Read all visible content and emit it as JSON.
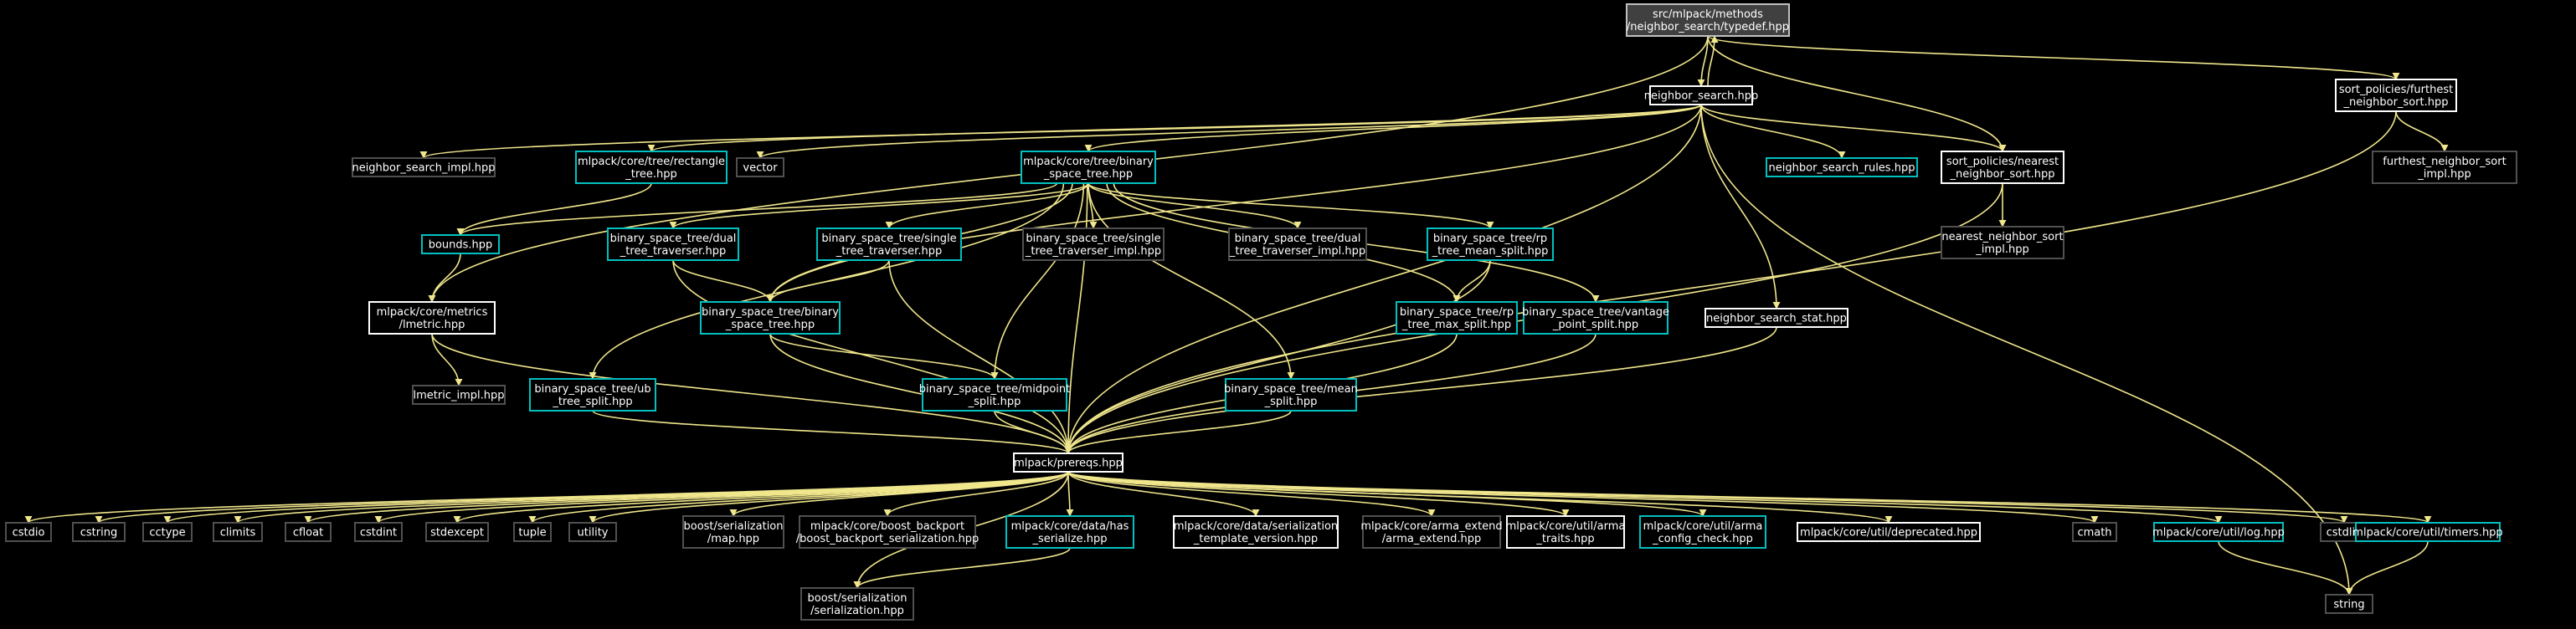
{
  "diagram": {
    "title": "",
    "colors": {
      "background": "#000000",
      "edge": "#f0e68c",
      "root_fill": "#404040",
      "root_border": "#c0c0c0",
      "documented_border": "#ffffff",
      "linked_border": "#00c0c0",
      "undocumented_border": "#505050",
      "text": "#ffffff"
    },
    "nodes": {
      "typedef": {
        "style": "root",
        "lines": [
          "src/mlpack/methods",
          "/neighbor_search/typedef.hpp"
        ]
      },
      "ns": {
        "style": "doc",
        "lines": [
          "neighbor_search.hpp"
        ]
      },
      "furthest": {
        "style": "doc",
        "lines": [
          "sort_policies/furthest",
          "_neighbor_sort.hpp"
        ]
      },
      "furthest_impl": {
        "style": "plain",
        "lines": [
          "furthest_neighbor_sort",
          "_impl.hpp"
        ]
      },
      "ns_impl": {
        "style": "plain",
        "lines": [
          "neighbor_search_impl.hpp"
        ]
      },
      "rect": {
        "style": "link",
        "lines": [
          "mlpack/core/tree/rectangle",
          "_tree.hpp"
        ]
      },
      "vector": {
        "style": "plain",
        "lines": [
          "vector"
        ]
      },
      "bst_hpp": {
        "style": "link",
        "lines": [
          "mlpack/core/tree/binary",
          "_space_tree.hpp"
        ]
      },
      "ns_rules": {
        "style": "link",
        "lines": [
          "neighbor_search_rules.hpp"
        ]
      },
      "nearest": {
        "style": "doc",
        "lines": [
          "sort_policies/nearest",
          "_neighbor_sort.hpp"
        ]
      },
      "nearest_impl": {
        "style": "plain",
        "lines": [
          "nearest_neighbor_sort",
          "_impl.hpp"
        ]
      },
      "bounds": {
        "style": "link",
        "lines": [
          "bounds.hpp"
        ]
      },
      "dual_trav": {
        "style": "link",
        "lines": [
          "binary_space_tree/dual",
          "_tree_traverser.hpp"
        ]
      },
      "single_trav": {
        "style": "link",
        "lines": [
          "binary_space_tree/single",
          "_tree_traverser.hpp"
        ]
      },
      "single_trav_impl": {
        "style": "plain",
        "lines": [
          "binary_space_tree/single",
          "_tree_traverser_impl.hpp"
        ]
      },
      "dual_trav_impl": {
        "style": "plain",
        "lines": [
          "binary_space_tree/dual",
          "_tree_traverser_impl.hpp"
        ]
      },
      "rp_mean": {
        "style": "link",
        "lines": [
          "binary_space_tree/rp",
          "_tree_mean_split.hpp"
        ]
      },
      "lmetric": {
        "style": "doc",
        "lines": [
          "mlpack/core/metrics",
          "/lmetric.hpp"
        ]
      },
      "bst": {
        "style": "link",
        "lines": [
          "binary_space_tree/binary",
          "_space_tree.hpp"
        ]
      },
      "rp_max": {
        "style": "link",
        "lines": [
          "binary_space_tree/rp",
          "_tree_max_split.hpp"
        ]
      },
      "vantage": {
        "style": "link",
        "lines": [
          "binary_space_tree/vantage",
          "_point_split.hpp"
        ]
      },
      "ns_stat": {
        "style": "doc",
        "lines": [
          "neighbor_search_stat.hpp"
        ]
      },
      "lmetric_impl": {
        "style": "plain",
        "lines": [
          "lmetric_impl.hpp"
        ]
      },
      "ub": {
        "style": "link",
        "lines": [
          "binary_space_tree/ub",
          "_tree_split.hpp"
        ]
      },
      "midpoint": {
        "style": "link",
        "lines": [
          "binary_space_tree/midpoint",
          "_split.hpp"
        ]
      },
      "mean": {
        "style": "link",
        "lines": [
          "binary_space_tree/mean",
          "_split.hpp"
        ]
      },
      "prereqs": {
        "style": "doc",
        "lines": [
          "mlpack/prereqs.hpp"
        ]
      },
      "cstdio": {
        "style": "plain",
        "lines": [
          "cstdio"
        ]
      },
      "cstring": {
        "style": "plain",
        "lines": [
          "cstring"
        ]
      },
      "cctype": {
        "style": "plain",
        "lines": [
          "cctype"
        ]
      },
      "climits": {
        "style": "plain",
        "lines": [
          "climits"
        ]
      },
      "cfloat": {
        "style": "plain",
        "lines": [
          "cfloat"
        ]
      },
      "cstdint": {
        "style": "plain",
        "lines": [
          "cstdint"
        ]
      },
      "stdexcept": {
        "style": "plain",
        "lines": [
          "stdexcept"
        ]
      },
      "tuple": {
        "style": "plain",
        "lines": [
          "tuple"
        ]
      },
      "utility": {
        "style": "plain",
        "lines": [
          "utility"
        ]
      },
      "boost_map": {
        "style": "plain",
        "lines": [
          "boost/serialization",
          "/map.hpp"
        ]
      },
      "backport": {
        "style": "plain",
        "lines": [
          "mlpack/core/boost_backport",
          "/boost_backport_serialization.hpp"
        ]
      },
      "has_serialize": {
        "style": "link",
        "lines": [
          "mlpack/core/data/has",
          "_serialize.hpp"
        ]
      },
      "template_version": {
        "style": "doc",
        "lines": [
          "mlpack/core/data/serialization",
          "_template_version.hpp"
        ]
      },
      "arma_extend": {
        "style": "plain",
        "lines": [
          "mlpack/core/arma_extend",
          "/arma_extend.hpp"
        ]
      },
      "arma_traits": {
        "style": "doc",
        "lines": [
          "mlpack/core/util/arma",
          "_traits.hpp"
        ]
      },
      "arma_config": {
        "style": "link",
        "lines": [
          "mlpack/core/util/arma",
          "_config_check.hpp"
        ]
      },
      "deprecated": {
        "style": "doc",
        "lines": [
          "mlpack/core/util/deprecated.hpp"
        ]
      },
      "cmath": {
        "style": "plain",
        "lines": [
          "cmath"
        ]
      },
      "log": {
        "style": "link",
        "lines": [
          "mlpack/core/util/log.hpp"
        ]
      },
      "cstdlib": {
        "style": "plain",
        "lines": [
          "cstdlib"
        ]
      },
      "timers": {
        "style": "link",
        "lines": [
          "mlpack/core/util/timers.hpp"
        ]
      },
      "boost_ser": {
        "style": "plain",
        "lines": [
          "boost/serialization",
          "/serialization.hpp"
        ]
      },
      "string": {
        "style": "plain",
        "lines": [
          "string"
        ]
      }
    },
    "edges": [
      [
        "typedef",
        "ns"
      ],
      [
        "typedef",
        "furthest"
      ],
      [
        "typedef",
        "nearest"
      ],
      [
        "typedef",
        "lmetric"
      ],
      [
        "ns",
        "typedef"
      ],
      [
        "ns",
        "ns_impl"
      ],
      [
        "ns",
        "rect"
      ],
      [
        "ns",
        "vector"
      ],
      [
        "ns",
        "bst_hpp"
      ],
      [
        "ns",
        "ns_rules"
      ],
      [
        "ns",
        "nearest"
      ],
      [
        "ns",
        "ns_stat"
      ],
      [
        "ns",
        "prereqs"
      ],
      [
        "ns",
        "string"
      ],
      [
        "ns",
        "bst"
      ],
      [
        "furthest",
        "furthest_impl"
      ],
      [
        "furthest",
        "prereqs"
      ],
      [
        "nearest",
        "nearest_impl"
      ],
      [
        "nearest",
        "prereqs"
      ],
      [
        "rect",
        "bounds"
      ],
      [
        "bst_hpp",
        "bounds"
      ],
      [
        "bst_hpp",
        "dual_trav"
      ],
      [
        "bst_hpp",
        "single_trav"
      ],
      [
        "bst_hpp",
        "single_trav_impl"
      ],
      [
        "bst_hpp",
        "dual_trav_impl"
      ],
      [
        "bst_hpp",
        "rp_mean"
      ],
      [
        "bst_hpp",
        "bst"
      ],
      [
        "bst_hpp",
        "rp_max"
      ],
      [
        "bst_hpp",
        "vantage"
      ],
      [
        "bst_hpp",
        "ub"
      ],
      [
        "bst_hpp",
        "midpoint"
      ],
      [
        "bst_hpp",
        "mean"
      ],
      [
        "bst_hpp",
        "prereqs"
      ],
      [
        "bounds",
        "lmetric"
      ],
      [
        "lmetric",
        "lmetric_impl"
      ],
      [
        "lmetric",
        "prereqs"
      ],
      [
        "dual_trav",
        "bst"
      ],
      [
        "dual_trav",
        "prereqs"
      ],
      [
        "single_trav",
        "bst"
      ],
      [
        "single_trav",
        "prereqs"
      ],
      [
        "rp_mean",
        "rp_max"
      ],
      [
        "rp_mean",
        "prereqs"
      ],
      [
        "bst",
        "midpoint"
      ],
      [
        "bst",
        "prereqs"
      ],
      [
        "rp_max",
        "prereqs"
      ],
      [
        "vantage",
        "prereqs"
      ],
      [
        "ns_stat",
        "prereqs"
      ],
      [
        "ub",
        "prereqs"
      ],
      [
        "midpoint",
        "prereqs"
      ],
      [
        "mean",
        "prereqs"
      ],
      [
        "prereqs",
        "cstdio"
      ],
      [
        "prereqs",
        "cstring"
      ],
      [
        "prereqs",
        "cctype"
      ],
      [
        "prereqs",
        "climits"
      ],
      [
        "prereqs",
        "cfloat"
      ],
      [
        "prereqs",
        "cstdint"
      ],
      [
        "prereqs",
        "stdexcept"
      ],
      [
        "prereqs",
        "tuple"
      ],
      [
        "prereqs",
        "utility"
      ],
      [
        "prereqs",
        "boost_map"
      ],
      [
        "prereqs",
        "backport"
      ],
      [
        "prereqs",
        "has_serialize"
      ],
      [
        "prereqs",
        "template_version"
      ],
      [
        "prereqs",
        "arma_extend"
      ],
      [
        "prereqs",
        "arma_traits"
      ],
      [
        "prereqs",
        "arma_config"
      ],
      [
        "prereqs",
        "deprecated"
      ],
      [
        "prereqs",
        "cmath"
      ],
      [
        "prereqs",
        "log"
      ],
      [
        "prereqs",
        "cstdlib"
      ],
      [
        "prereqs",
        "timers"
      ],
      [
        "prereqs",
        "boost_ser"
      ],
      [
        "has_serialize",
        "boost_ser"
      ],
      [
        "log",
        "string"
      ],
      [
        "timers",
        "string"
      ]
    ]
  }
}
